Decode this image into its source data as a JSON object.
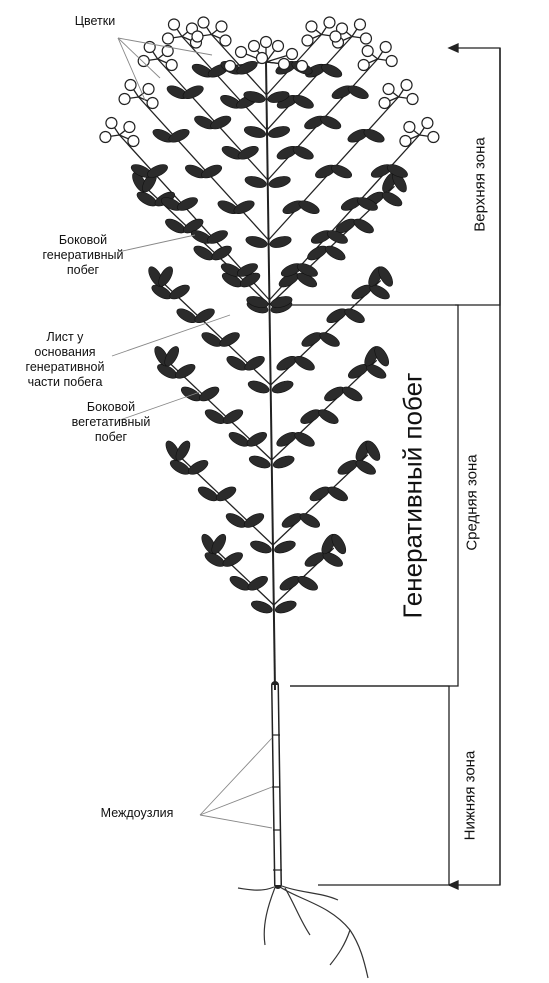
{
  "labels": {
    "flowers": "Цветки",
    "lateral_generative": [
      "Боковой",
      "генеративный",
      "побег"
    ],
    "leaf_at_base": [
      "Лист у",
      "основания",
      "генеративной",
      "части побега"
    ],
    "lateral_vegetative": [
      "Боковой",
      "вегетативный",
      "побег"
    ],
    "internodes": "Междоузлия"
  },
  "zones": {
    "upper": "Верхняя зона",
    "middle": "Средняя зона",
    "lower": "Нижняя зона"
  },
  "whole": "Генеративный побег",
  "colors": {
    "ink": "#111111",
    "leaf": "#2b2b2b",
    "line": "#888888"
  }
}
